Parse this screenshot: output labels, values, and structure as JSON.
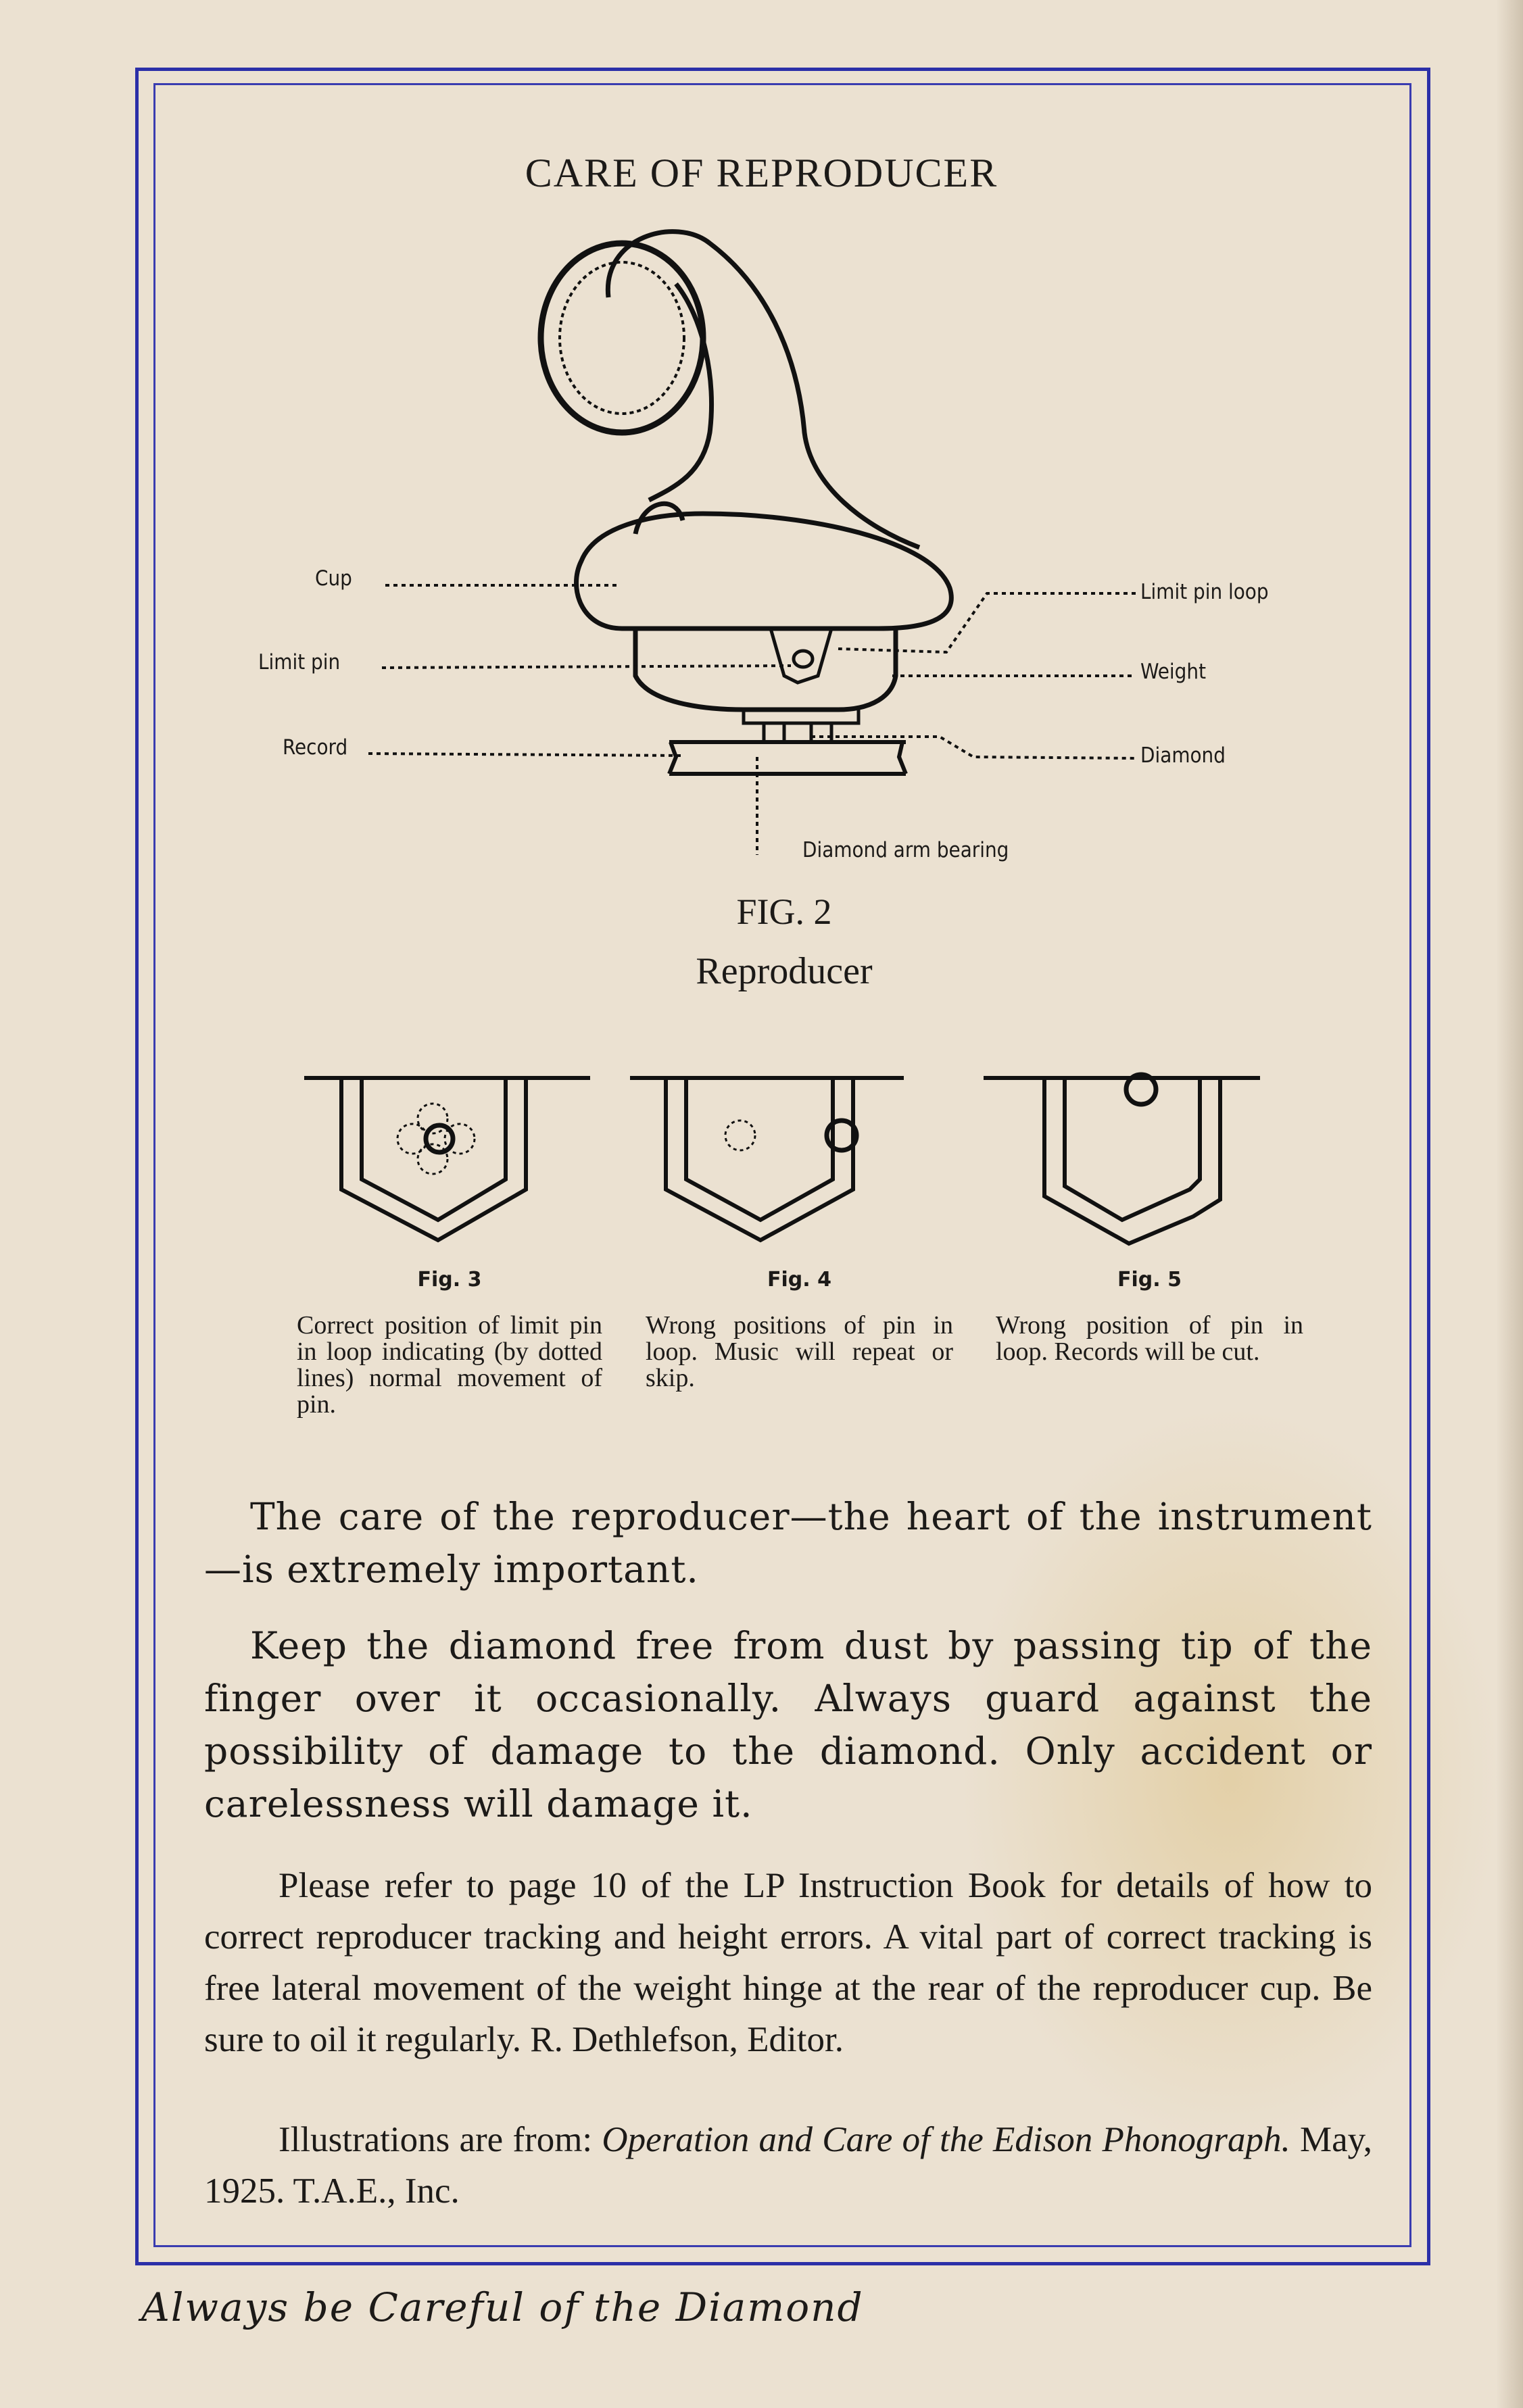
{
  "title": "CARE OF REPRODUCER",
  "figure2": {
    "labels": {
      "cup": "Cup",
      "limit_pin": "Limit pin",
      "record": "Record",
      "limit_pin_loop": "Limit pin loop",
      "weight": "Weight",
      "diamond": "Diamond",
      "diamond_arm_bearing": "Diamond arm bearing"
    },
    "number": "FIG. 2",
    "caption": "Reproducer"
  },
  "small_figures": [
    {
      "label": "Fig. 3",
      "caption": "Correct position of limit pin in loop indicating (by dotted lines) normal movement of pin."
    },
    {
      "label": "Fig. 4",
      "caption": "Wrong positions of pin in loop. Music will repeat or skip."
    },
    {
      "label": "Fig. 5",
      "caption": "Wrong position of pin in loop. Records will be cut."
    }
  ],
  "paragraphs": [
    "The care of the reproducer—the heart of the instrument—is extremely important.",
    "Keep the diamond free from dust by passing tip of the finger over it occasionally. Always guard against the possibility of damage to the diamond. Only accident or carelessness will damage it."
  ],
  "editor_note": "Please refer to page 10 of the LP Instruction Book for details of how to correct reproducer tracking and height errors. A vital part of correct tracking is free lateral movement of the weight hinge at the rear of the reproducer cup. Be sure to oil it regularly. R. Dethlefson, Editor.",
  "credit": {
    "prefix": "Illustrations are from: ",
    "source_title": "Operation and Care of the Edison Phonograph.",
    "suffix": " May, 1925. T.A.E., Inc."
  },
  "footer": "Always be Careful of the Diamond",
  "colors": {
    "border": "#2b2fa8",
    "paper": "#ebe1d1"
  }
}
